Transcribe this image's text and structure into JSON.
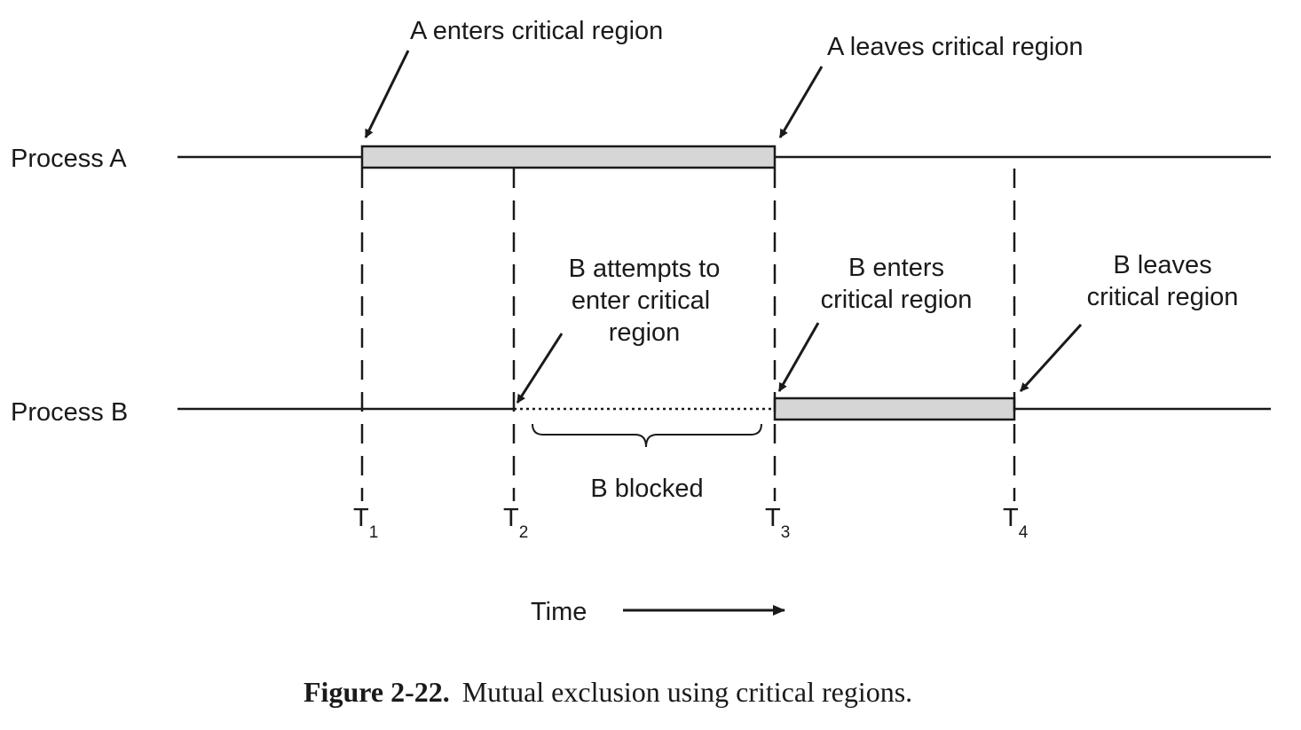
{
  "rows": {
    "process_a": "Process A",
    "process_b": "Process B"
  },
  "annotations": {
    "a_enters": "A enters critical region",
    "a_leaves": "A leaves critical region",
    "b_attempts": [
      "B attempts to",
      "enter critical",
      "region"
    ],
    "b_enters": [
      "B enters",
      "critical region"
    ],
    "b_leaves": [
      "B leaves",
      "critical region"
    ],
    "b_blocked": "B blocked"
  },
  "time_marks": [
    {
      "letter": "T",
      "sub": "1"
    },
    {
      "letter": "T",
      "sub": "2"
    },
    {
      "letter": "T",
      "sub": "3"
    },
    {
      "letter": "T",
      "sub": "4"
    }
  ],
  "time_axis_label": "Time",
  "caption": {
    "number": "Figure 2-22.",
    "text": "Mutual exclusion using critical regions."
  },
  "colors": {
    "ink": "#1a1a1a",
    "region_fill": "#d6d6d6"
  }
}
